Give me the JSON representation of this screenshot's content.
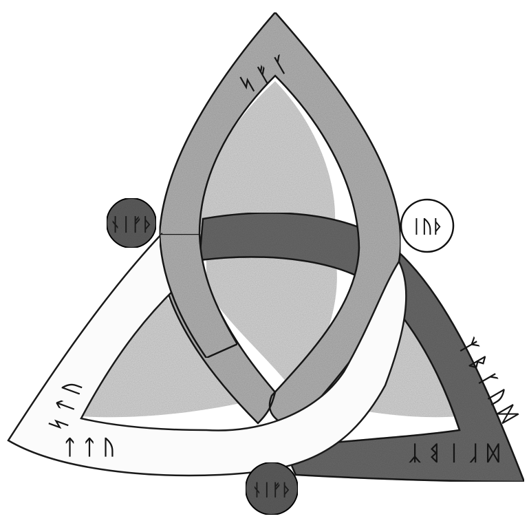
{
  "diagram": {
    "band_colors": {
      "light": "#b4b4b4",
      "dark": "#6a6a6a",
      "white": "#fbfbfb",
      "lobe_fill": "#d6d6d6",
      "outline": "#1a1a1a"
    },
    "runes": {
      "top": "ᛋ ᚠ ᚴ",
      "left": "ᛋ ᛏ ᚢ",
      "bottom_left": "ᛏ ᛏ ᚢ",
      "right": "ᛉ ᛒ ᚴ ᚢ ᛞ",
      "bottom_right": "ᛞ ᚴ ᛁ ᛒ ᛉ"
    },
    "badges": {
      "left": {
        "text": "ᚾᛁᚠᚦ",
        "fill": "#5e5e5e",
        "text_color": "#1c1c1c"
      },
      "right": {
        "text": "ᛁᚢᚦ",
        "fill": "#ffffff",
        "text_color": "#111111"
      },
      "bottom": {
        "text": "ᚾᛁᚠᚦ",
        "fill": "#5e5e5e",
        "text_color": "#1c1c1c"
      }
    }
  }
}
